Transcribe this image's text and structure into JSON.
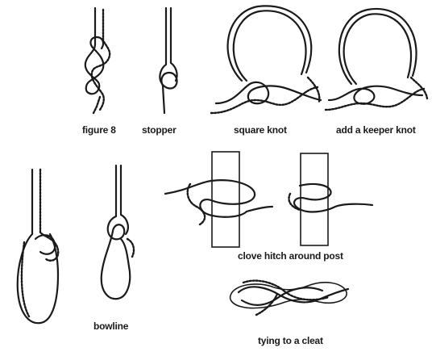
{
  "labels": {
    "figure8": "figure 8",
    "stopper": "stopper",
    "square_knot": "square knot",
    "keeper_knot": "add a keeper knot",
    "bowline": "bowline",
    "clove_hitch": "clove hitch around post",
    "cleat": "tying to a cleat"
  },
  "colors": {
    "ink": "#1a1a1a",
    "background": "#ffffff"
  }
}
